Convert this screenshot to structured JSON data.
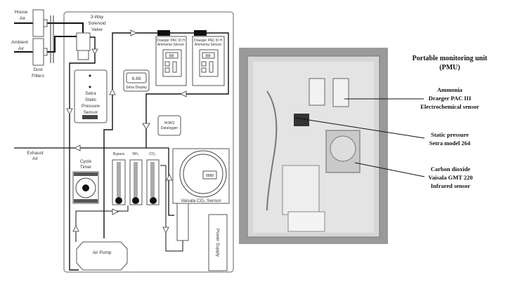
{
  "schematic": {
    "house_air": [
      "House",
      "Air"
    ],
    "ambient_air": [
      "Ambient",
      "Air"
    ],
    "dust_filters": [
      "Dust",
      "Filters"
    ],
    "solenoid_valve": [
      "3-Way",
      "Solenoid",
      "Valve"
    ],
    "setra_sensor": [
      "Setra",
      "Static",
      "Pressure",
      "Sensor"
    ],
    "setra_display": {
      "label": "Setra Display",
      "value": "8.88"
    },
    "draeger_1": {
      "label": [
        "Draeger PAC III H",
        "Ammonia Sensor"
      ],
      "value": "88"
    },
    "draeger_2": {
      "label": [
        "Draeger PAC III H",
        "Ammonia Sensor"
      ],
      "value": "88"
    },
    "hobo": [
      "HOBO",
      "Datalogger"
    ],
    "exhaust_air": [
      "Exhaust",
      "Air"
    ],
    "cycle_timer": [
      "Cycle",
      "Timer"
    ],
    "rotameters": [
      "Bypass",
      "NH₃",
      "CO₂"
    ],
    "vaisala": {
      "label": "Vaisala CO₂ Sensor",
      "value": "8888"
    },
    "air_pump": "Air Pump",
    "power_supply": "Power Supply"
  },
  "photo_labels": {
    "title": [
      "Portable monitoring unit",
      "(PMU)"
    ],
    "ammonia": [
      "Ammonia",
      "Draeger PAC III",
      "Electrochemical sensor"
    ],
    "static_pressure": [
      "Static pressure",
      "Setra model 264"
    ],
    "carbon_dioxide": [
      "Carbon dioxide",
      "Vaisala GMT 220",
      "Infrared sensor"
    ]
  }
}
